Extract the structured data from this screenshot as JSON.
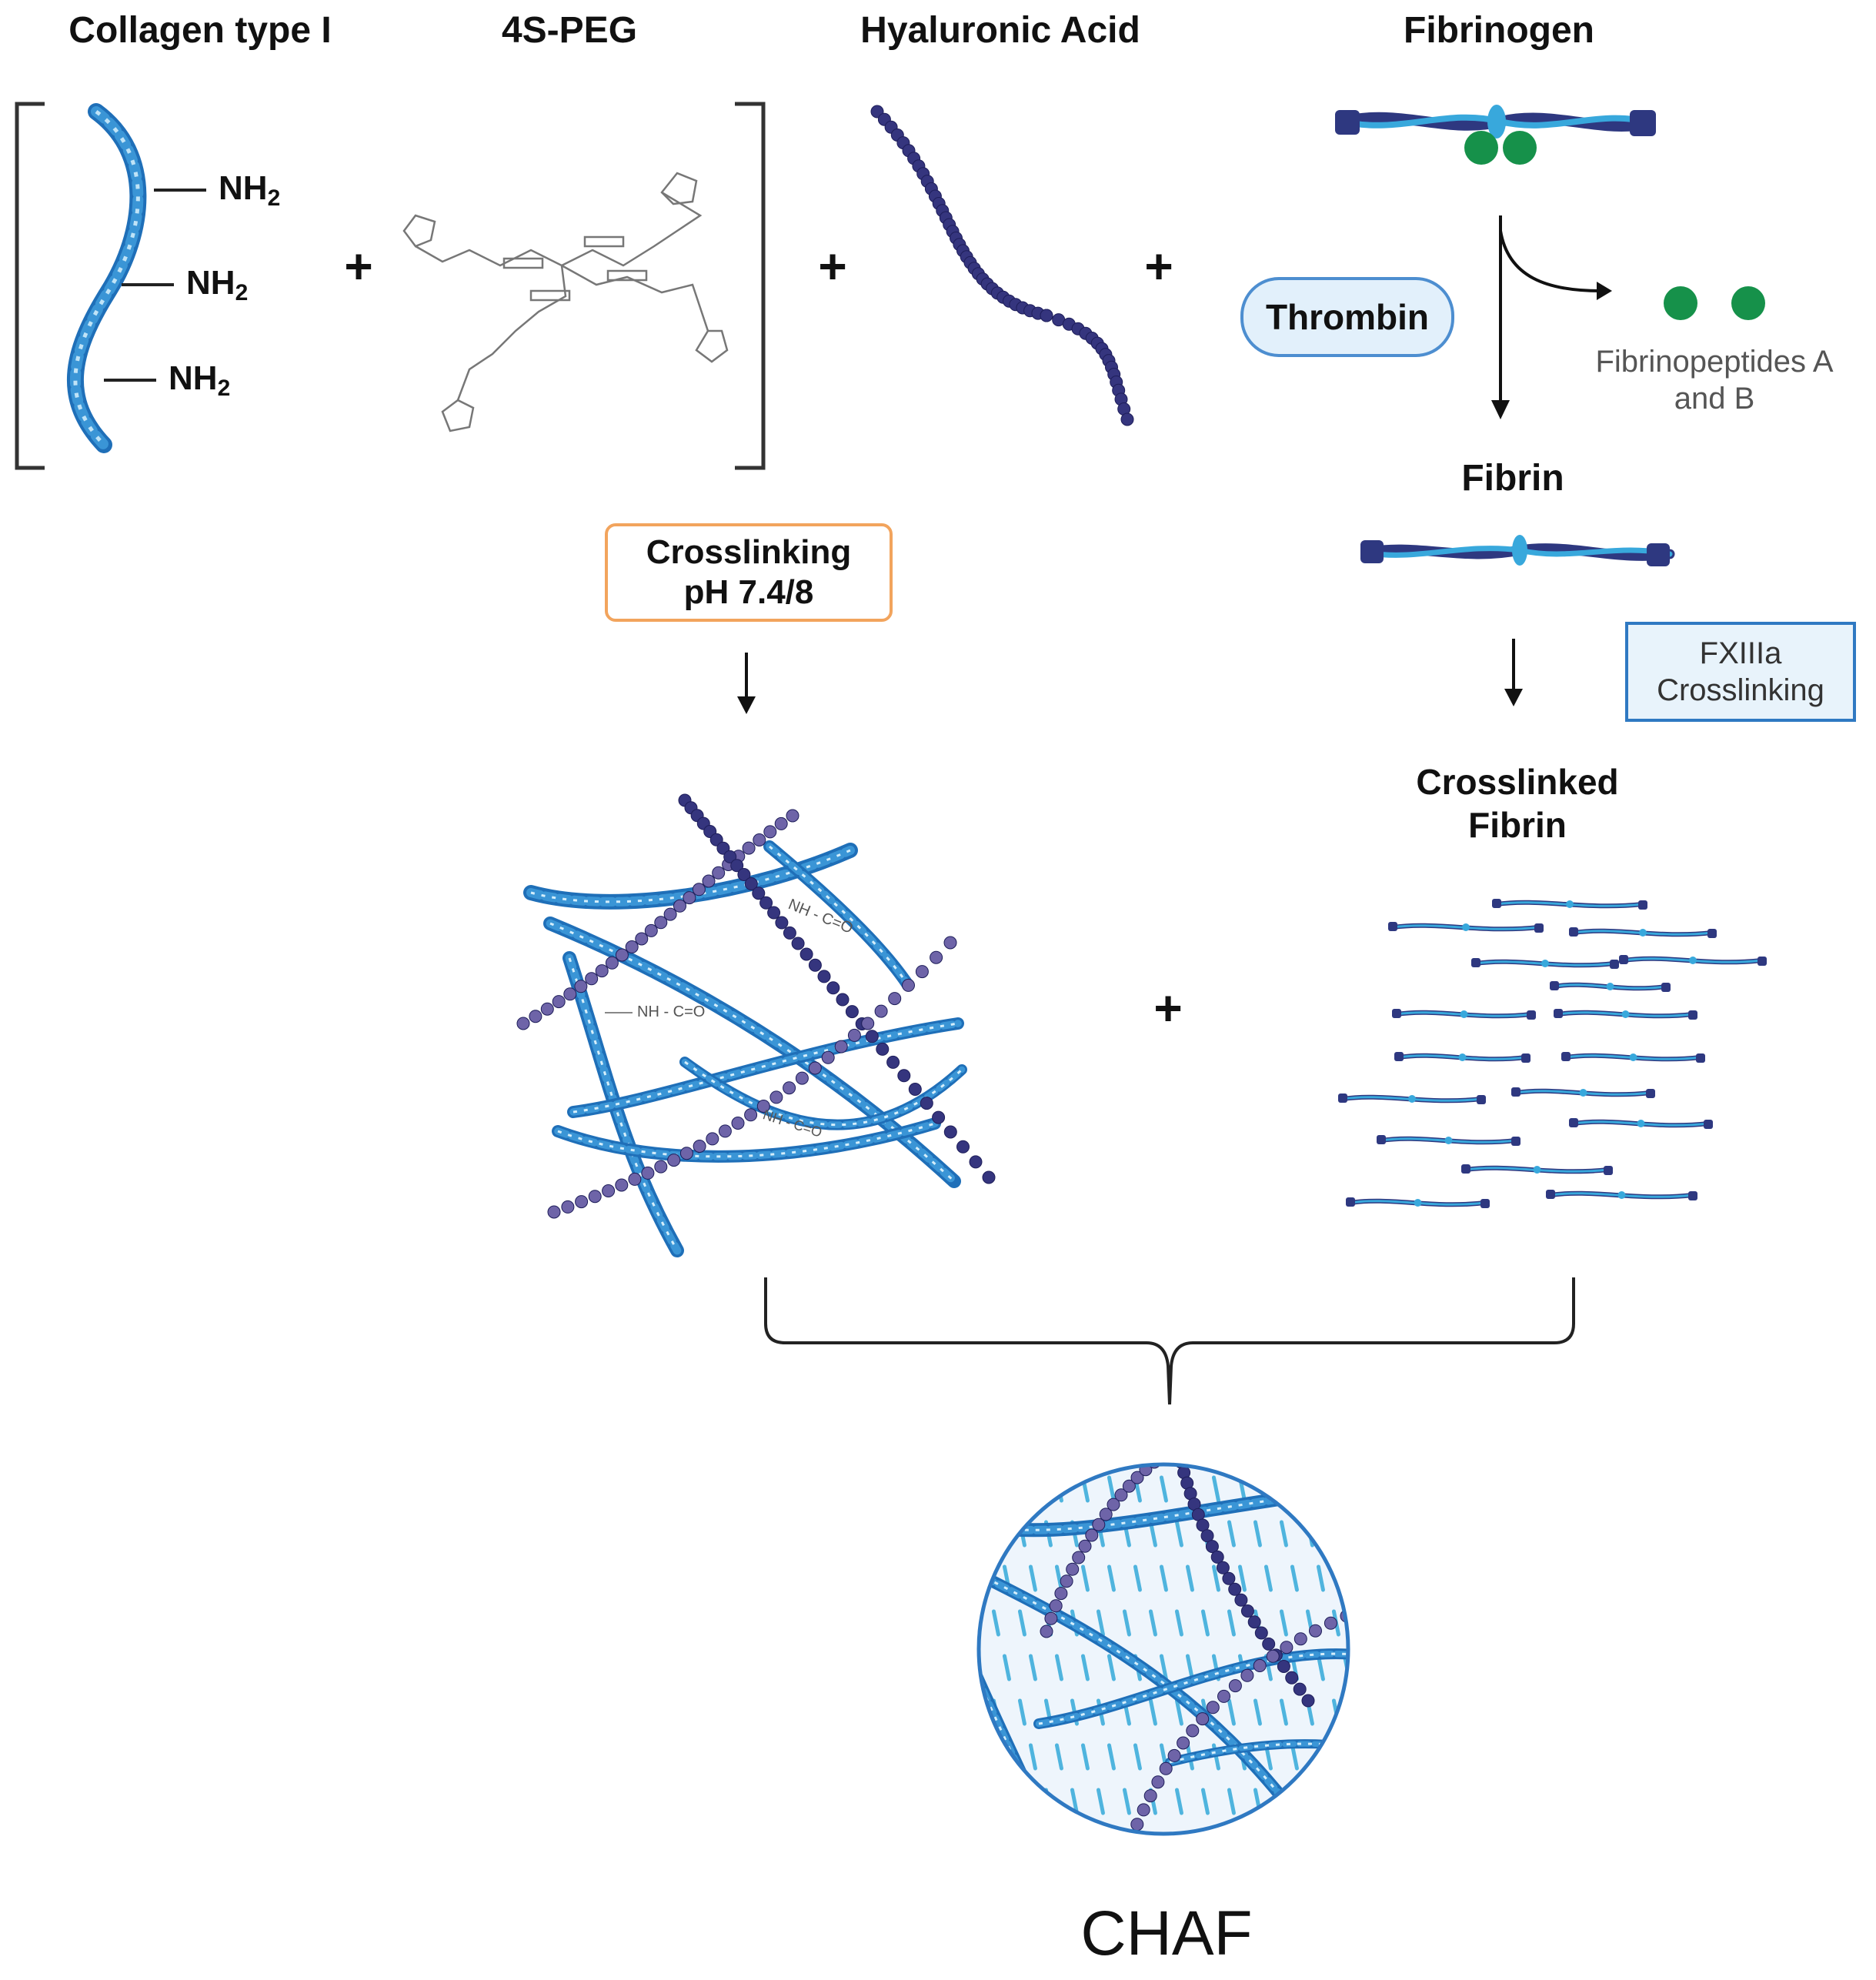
{
  "components": {
    "collagen": "Collagen type I",
    "peg": "4S-PEG",
    "hyaluronic": "Hyaluronic Acid",
    "fibrinogen": "Fibrinogen"
  },
  "amine_label": "NH",
  "amine_subscript": "2",
  "operators": {
    "plus": "+"
  },
  "thrombin": "Thrombin",
  "fibrinopeptides": {
    "line1": "Fibrinopeptides A",
    "line2": "and B"
  },
  "fibrin": "Fibrin",
  "crosslinking": {
    "line1": "Crosslinking",
    "line2": "pH 7.4/8"
  },
  "fxiiia": {
    "line1": "FXIIIa",
    "line2": "Crosslinking"
  },
  "crosslinked_fibrin": {
    "line1": "Crosslinked",
    "line2": "Fibrin"
  },
  "network_bonds": [
    "NH - C=O",
    "NH - C=O",
    "NH - C=O"
  ],
  "result": "CHAF",
  "colors": {
    "collagen": "#3a95d6",
    "collagen_light": "#8cc7ee",
    "hyaluronic": "#35357e",
    "hyaluronic_light": "#6e64a8",
    "fibrinopeptide": "#16914a",
    "fibrin_dark": "#2e3880",
    "fibrin_light": "#38a8dc",
    "orange_border": "#f2a45d",
    "thrombin_fill": "#e2f0fb",
    "fxiiia_border": "#2f79c2"
  }
}
